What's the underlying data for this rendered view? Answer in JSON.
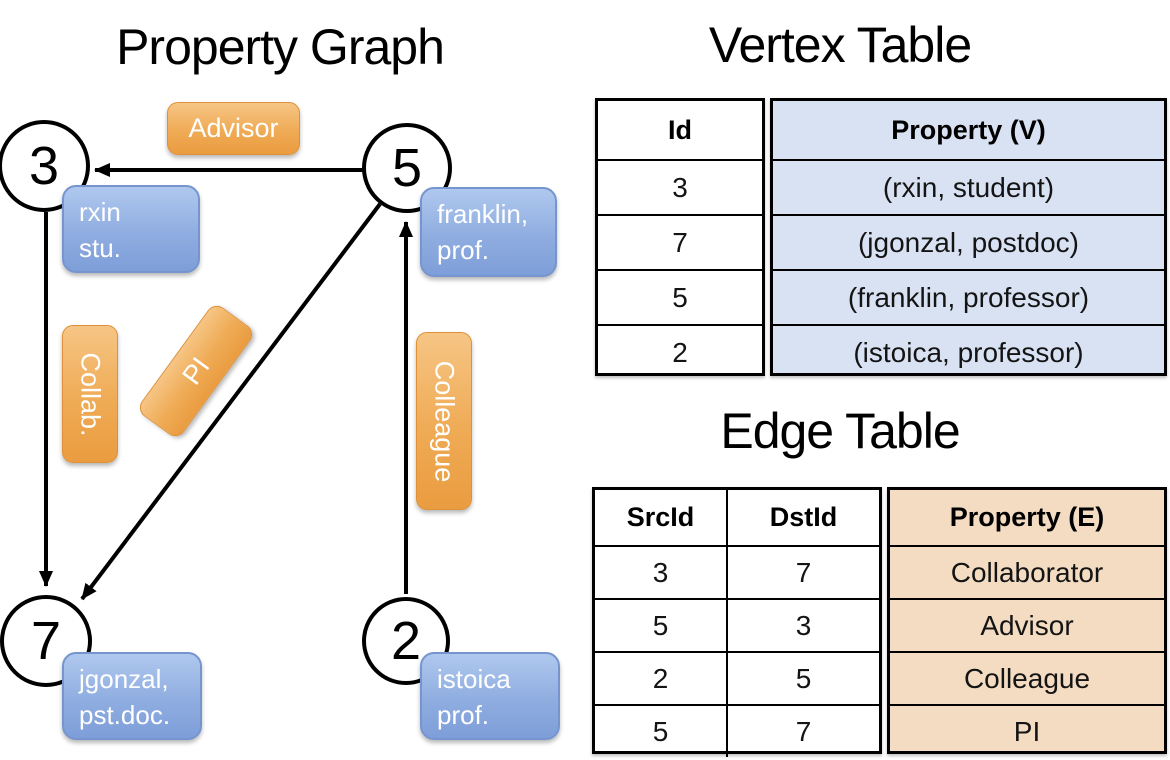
{
  "colors": {
    "edge_label_orange_top": "#f6c585",
    "edge_label_orange_bottom": "#ea9c40",
    "vertex_label_blue_top": "#afc8ee",
    "vertex_label_blue_bottom": "#7e9ed9",
    "vertex_table_fill": "#d9e2f3",
    "edge_table_fill": "#f3dcc2",
    "line_color": "#000000"
  },
  "graph": {
    "title": "Property Graph",
    "nodes": [
      {
        "id": "3",
        "property_line1": "rxin",
        "property_line2": "stu."
      },
      {
        "id": "5",
        "property_line1": "franklin,",
        "property_line2": "prof."
      },
      {
        "id": "7",
        "property_line1": "jgonzal,",
        "property_line2": "pst.doc."
      },
      {
        "id": "2",
        "property_line1": "istoica",
        "property_line2": "prof."
      }
    ],
    "edge_labels": {
      "advisor": "Advisor",
      "collab": "Collab.",
      "pi": "PI",
      "colleague": "Colleague"
    }
  },
  "vertex_table": {
    "title": "Vertex Table",
    "col_id": "Id",
    "col_property": "Property (V)",
    "rows": [
      {
        "id": "3",
        "property": "(rxin, student)"
      },
      {
        "id": "7",
        "property": "(jgonzal, postdoc)"
      },
      {
        "id": "5",
        "property": "(franklin, professor)"
      },
      {
        "id": "2",
        "property": "(istoica, professor)"
      }
    ]
  },
  "edge_table": {
    "title": "Edge Table",
    "col_src": "SrcId",
    "col_dst": "DstId",
    "col_property": "Property (E)",
    "rows": [
      {
        "src": "3",
        "dst": "7",
        "property": "Collaborator"
      },
      {
        "src": "5",
        "dst": "3",
        "property": "Advisor"
      },
      {
        "src": "2",
        "dst": "5",
        "property": "Colleague"
      },
      {
        "src": "5",
        "dst": "7",
        "property": "PI"
      }
    ]
  }
}
